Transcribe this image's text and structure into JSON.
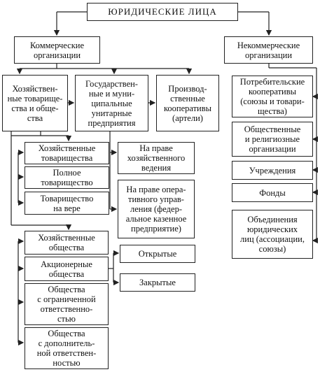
{
  "root": "ЮРИДИЧЕСКИЕ ЛИЦА",
  "commercial": {
    "title": "Коммерческие\nорганизации",
    "partnerships": "Хозяйствен-\nные товарище-\nства и обще-\nства",
    "unitary": "Государствен-\nные и муни-\nципальные\nунитарные\nпредприятия",
    "coops": "Производ-\nственные\nкооперативы\n(артели)",
    "partnership_types": [
      "Хозяйственные\nтоварищества",
      "Полное\nтоварищество",
      "Товарищество\nна вере"
    ],
    "unitary_types": [
      "На праве\nхозяйственного\nведения",
      "На праве опера-\nтивного управ-\nления (федер-\nальное казенное\nпредприятие)"
    ],
    "company_types": [
      "Хозяйственные\nобщества",
      "Акционерные\nобщества",
      "Общества\nс ограниченной\nответственно-\nстью",
      "Общества\nс дополнитель-\nной ответствен-\nностью"
    ],
    "jsc_types": [
      "Открытые",
      "Закрытые"
    ]
  },
  "noncommercial": {
    "title": "Некоммерческие\nорганизации",
    "items": [
      "Потребительские\nкооперативы\n(союзы и товари-\nщества)",
      "Общественные\nи религиозные\nорганизации",
      "Учреждения",
      "Фонды",
      "Объединения\nюридических\nлиц (ассоциации,\nсоюзы)"
    ]
  }
}
